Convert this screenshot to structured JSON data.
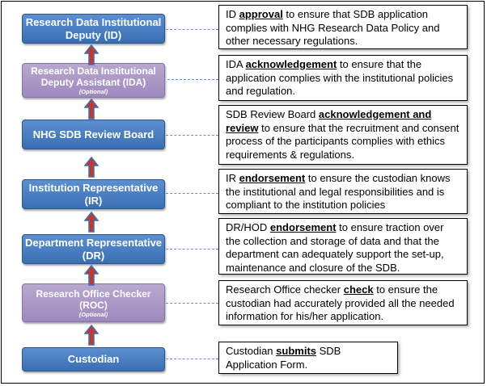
{
  "roles": [
    {
      "key": "id",
      "title": "Research Data Institutional Deputy (ID)",
      "optional_label": ""
    },
    {
      "key": "ida",
      "title": "Research Data Institutional Deputy Assistant (IDA)",
      "optional_label": "(Optional)"
    },
    {
      "key": "sdb",
      "title": "NHG SDB Review Board",
      "optional_label": ""
    },
    {
      "key": "ir",
      "title": "Institution Representative (IR)",
      "optional_label": ""
    },
    {
      "key": "dr",
      "title": "Department Representative (DR)",
      "optional_label": ""
    },
    {
      "key": "roc",
      "title": "Research Office Checker (ROC)",
      "optional_label": "(Optional)"
    },
    {
      "key": "custodian",
      "title": "Custodian",
      "optional_label": ""
    }
  ],
  "descriptions": [
    {
      "pre": "ID ",
      "keyword": "approval",
      "post": " to ensure that SDB application complies with NHG Research Data Policy and other necessary regulations."
    },
    {
      "pre": "IDA ",
      "keyword": "acknowledgement",
      "post": " to ensure that the application complies with the institutional policies and regulation."
    },
    {
      "pre": "SDB Review Board ",
      "keyword": "acknowledgement and review",
      "post": " to ensure that the recruitment and consent process of the participants complies with ethics requirements & regulations."
    },
    {
      "pre": "IR ",
      "keyword": "endorsement",
      "post": " to ensure the custodian knows the institutional and legal responsibilities and is compliant to the institution policies"
    },
    {
      "pre": "DR/HOD ",
      "keyword": "endorsement",
      "post": " to ensure traction over the collection and storage of data and that the department can adequately support the set-up, maintenance and closure of the SDB."
    },
    {
      "pre": "Research Office checker ",
      "keyword": "check",
      "post": " to ensure the custodian had accurately provided all the needed information for his/her application."
    },
    {
      "pre": "Custodian ",
      "keyword": "submits",
      "post": " SDB Application Form."
    }
  ],
  "colors": {
    "role_blue": "#4a7fc3",
    "role_optional": "#a996c4",
    "arrow_fill": "#c0392b",
    "arrow_outline": "#3a6fb4",
    "connector": "#5b8fd0"
  }
}
